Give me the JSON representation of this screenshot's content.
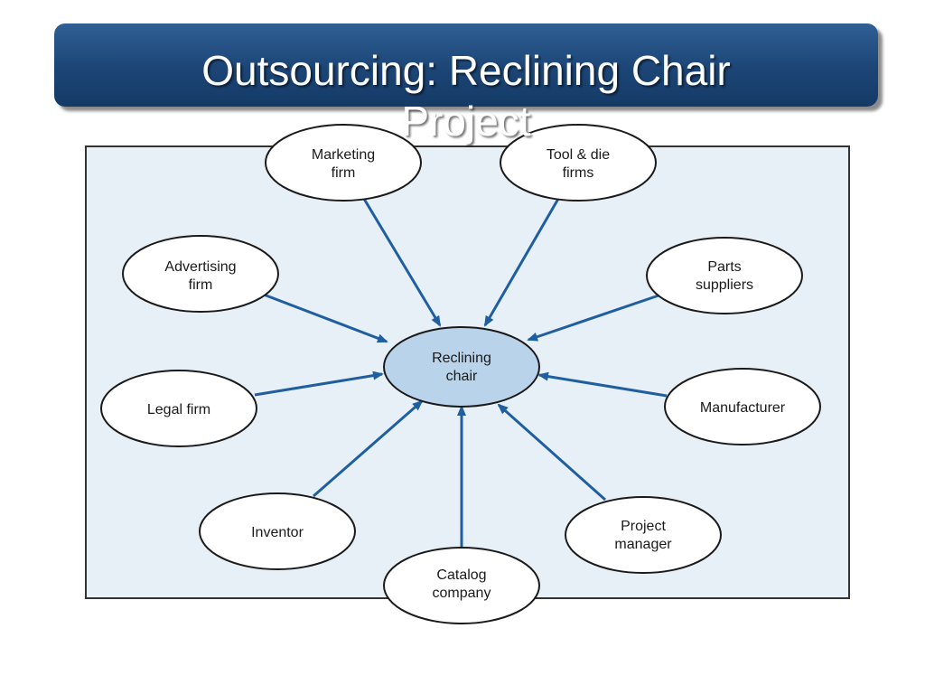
{
  "slide": {
    "title_line1": "Outsourcing:  Reclining Chair",
    "title_line2": "Project"
  },
  "colors": {
    "title_bar": "#1c4576",
    "panel_fill": "#e8f0f7",
    "panel_border": "#333333",
    "arrow": "#1f5fa0",
    "center_fill": "#b9d3ea",
    "node_fill": "#ffffff"
  },
  "diagram": {
    "center": {
      "line1": "Reclining",
      "line2": "chair"
    },
    "nodes": [
      {
        "id": "marketing-firm",
        "line1": "Marketing",
        "line2": "firm"
      },
      {
        "id": "tool-die-firms",
        "line1": "Tool & die",
        "line2": "firms"
      },
      {
        "id": "advertising-firm",
        "line1": "Advertising",
        "line2": "firm"
      },
      {
        "id": "parts-suppliers",
        "line1": "Parts",
        "line2": "suppliers"
      },
      {
        "id": "legal-firm",
        "line1": "Legal firm",
        "line2": ""
      },
      {
        "id": "manufacturer",
        "line1": "Manufacturer",
        "line2": ""
      },
      {
        "id": "inventor",
        "line1": "Inventor",
        "line2": ""
      },
      {
        "id": "project-manager",
        "line1": "Project",
        "line2": "manager"
      },
      {
        "id": "catalog-company",
        "line1": "Catalog",
        "line2": "company"
      }
    ]
  }
}
